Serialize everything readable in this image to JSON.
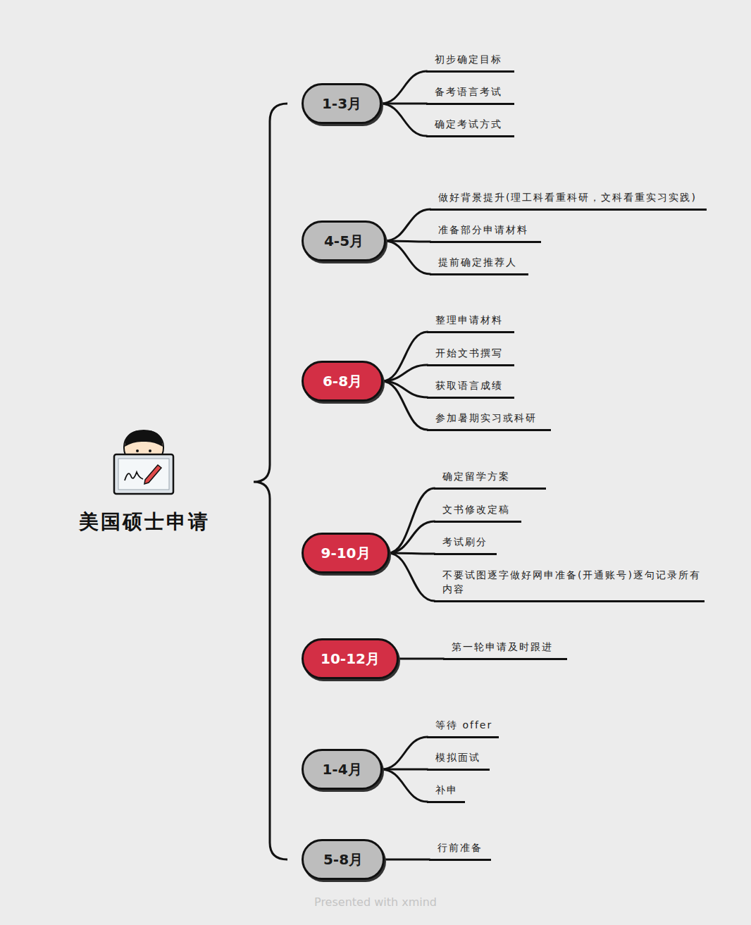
{
  "diagram": {
    "title": "美国硕士申请",
    "nodes": [
      {
        "text": [
          "1-3月"
        ]
      },
      {
        "text": [
          "初步确定目标"
        ]
      },
      {
        "text": [
          "备考语言考试"
        ]
      },
      {
        "text": [
          "确定考试方式"
        ]
      },
      {
        "text": [
          "4-5月"
        ]
      },
      {
        "text": [
          "做好背景提升(理工科看重科研，文科看重实习实践)"
        ]
      },
      {
        "text": [
          "准备部分申请材料"
        ]
      },
      {
        "text": [
          "提前确定推荐人"
        ]
      },
      {
        "text": [
          "6-8月"
        ]
      },
      {
        "text": [
          "整理申请材料"
        ]
      },
      {
        "text": [
          "开始文书撰写"
        ]
      },
      {
        "text": [
          "获取语言成绩"
        ]
      },
      {
        "text": [
          "参加暑期实习或科研"
        ]
      },
      {
        "text": [
          "9-10月"
        ]
      },
      {
        "text": [
          "确定留学方案"
        ]
      },
      {
        "text": [
          "文书修改定稿"
        ]
      },
      {
        "text": [
          "考试刷分"
        ]
      },
      {
        "text": [
          "不要试图逐字做好网申准备(开通账号)逐句记录所有内容"
        ]
      },
      {
        "text": [
          "10-12月"
        ]
      },
      {
        "text": [
          "第一轮申请及时跟进"
        ]
      },
      {
        "text": [
          "1-4月"
        ]
      },
      {
        "text": [
          "等待 offer"
        ]
      },
      {
        "text": [
          "模拟面试"
        ]
      },
      {
        "text": [
          "补申"
        ]
      },
      {
        "text": [
          "5-8月"
        ]
      },
      {
        "text": [
          "行前准备"
        ]
      }
    ],
    "edges": [
      {
        "from": 0,
        "to": 1,
        "arrow": "none"
      },
      {
        "from": 0,
        "to": 2,
        "arrow": "none"
      },
      {
        "from": 0,
        "to": 3,
        "arrow": "none"
      },
      {
        "from": 4,
        "to": 5,
        "arrow": "none"
      },
      {
        "from": 4,
        "to": 6,
        "arrow": "none"
      },
      {
        "from": 4,
        "to": 7,
        "arrow": "none"
      },
      {
        "from": 8,
        "to": 9,
        "arrow": "none"
      },
      {
        "from": 8,
        "to": 10,
        "arrow": "none"
      },
      {
        "from": 8,
        "to": 11,
        "arrow": "none"
      },
      {
        "from": 8,
        "to": 12,
        "arrow": "none"
      },
      {
        "from": 13,
        "to": 14,
        "arrow": "none"
      },
      {
        "from": 13,
        "to": 15,
        "arrow": "none"
      },
      {
        "from": 13,
        "to": 16,
        "arrow": "none"
      },
      {
        "from": 13,
        "to": 17,
        "arrow": "none"
      },
      {
        "from": 18,
        "to": 19,
        "arrow": "none"
      },
      {
        "from": 20,
        "to": 21,
        "arrow": "none"
      },
      {
        "from": 20,
        "to": 22,
        "arrow": "none"
      },
      {
        "from": 20,
        "to": 23,
        "arrow": "none"
      },
      {
        "from": 24,
        "to": 25,
        "arrow": "none"
      }
    ],
    "labels": [
      "Presented with xmind"
    ]
  }
}
